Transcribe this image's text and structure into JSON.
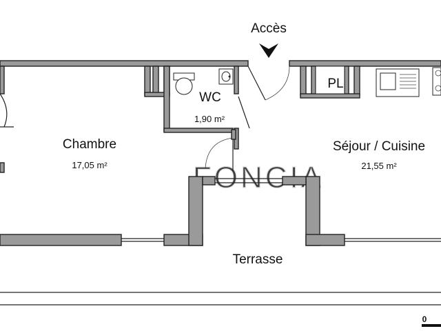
{
  "plan": {
    "access_label": "Accès",
    "rooms": [
      {
        "name": "Chambre",
        "area": "17,05 m²"
      },
      {
        "name": "WC",
        "area": "1,90 m²"
      },
      {
        "name": "Séjour / Cuisine",
        "area": "21,55 m²"
      }
    ],
    "closet_label": "PL",
    "terrace_label": "Terrasse",
    "scale_label": "0",
    "watermark_text": "FONCIA",
    "colors": {
      "wall": "#9a9a9a",
      "line": "#222222",
      "background": "#ffffff"
    }
  }
}
